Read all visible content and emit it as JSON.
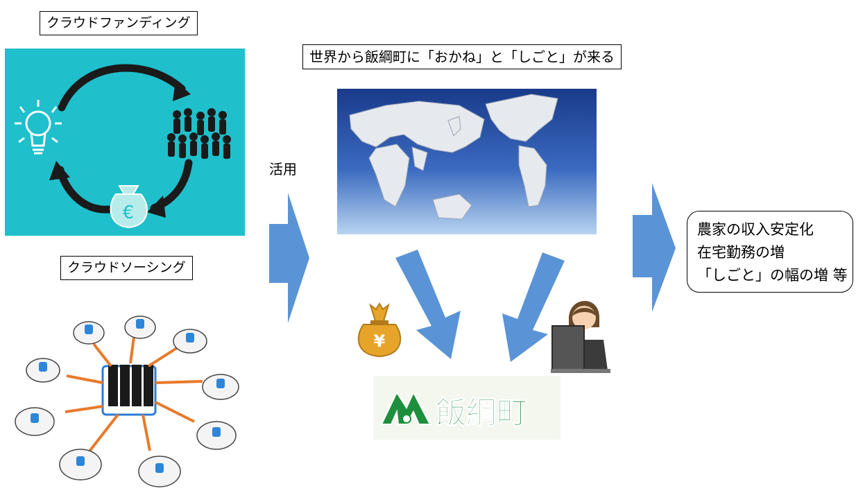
{
  "crowdfunding": {
    "label": "クラウドファンディング",
    "currency_symbol": "€"
  },
  "crowdsourcing": {
    "label": "クラウドソーシング"
  },
  "world": {
    "label": "世界から飯綱町に「おかね」と「しごと」が来る"
  },
  "usage_label": "活用",
  "money_bag_symbol": "¥",
  "town_logo_text": "飯綱町",
  "results": [
    "農家の収入安定化",
    "在宅勤務の増",
    "「しごと」の幅の増 等"
  ],
  "colors": {
    "teal_panel": "#1fbfcc",
    "arrow_blue": "#5b94d6",
    "logo_green": "#1e8f3c",
    "map_dark": "#1a3a8a",
    "map_light": "#b8d4f0"
  }
}
